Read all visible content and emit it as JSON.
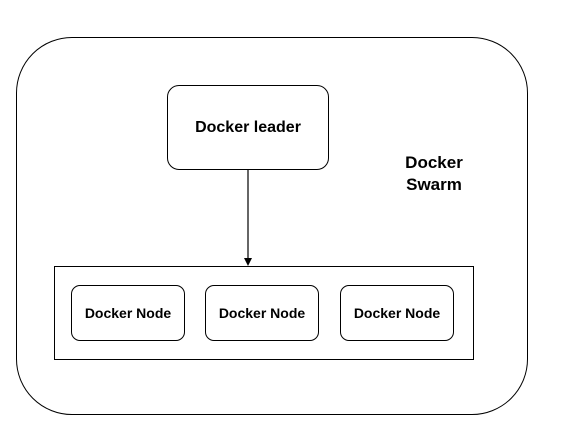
{
  "diagram": {
    "leader_label": "Docker leader",
    "swarm_label_line1": "Docker",
    "swarm_label_line2": "Swarm",
    "nodes": [
      {
        "label": "Docker Node"
      },
      {
        "label": "Docker Node"
      },
      {
        "label": "Docker Node"
      }
    ]
  },
  "colors": {
    "stroke": "#000000",
    "background": "#ffffff"
  }
}
